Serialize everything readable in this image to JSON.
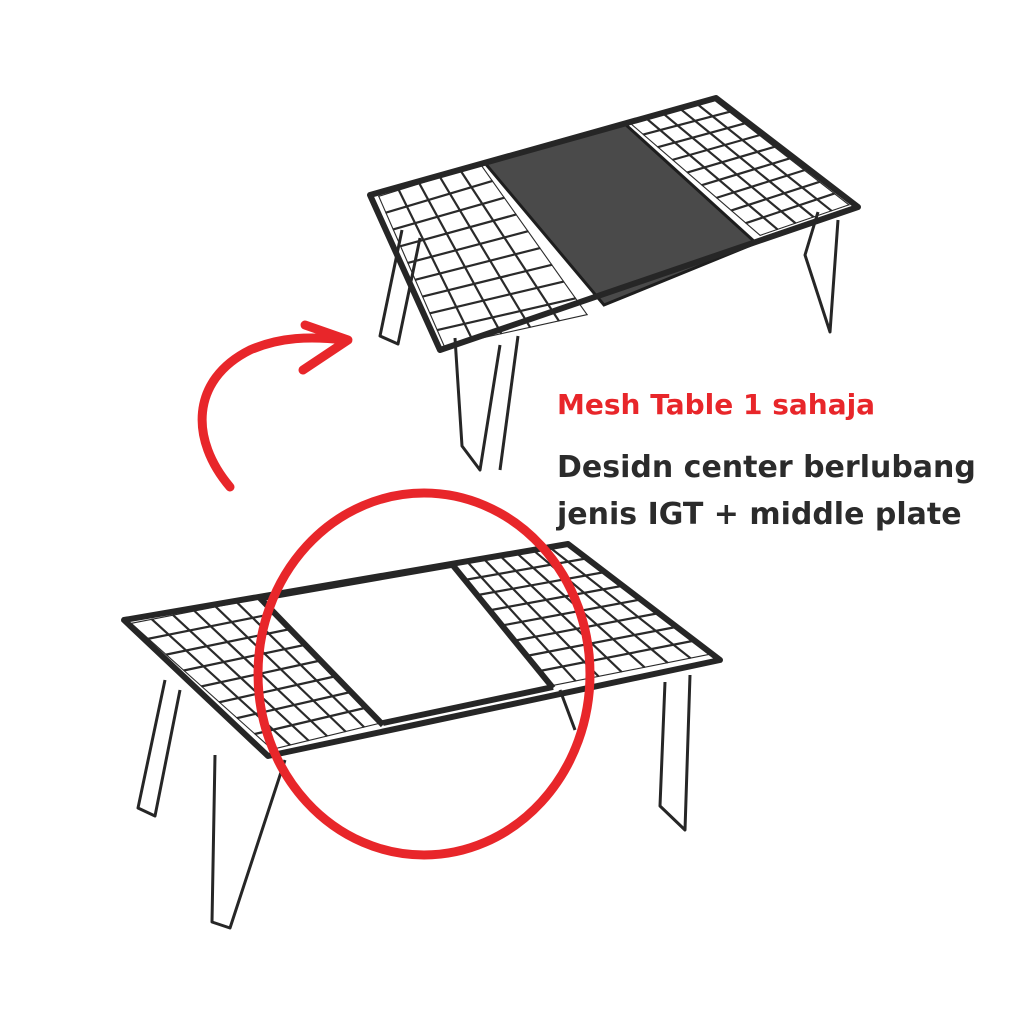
{
  "headline": "Mesh Table 1 sahaja",
  "description_line_1": "Desidn center berlubang",
  "description_line_2": "jenis IGT + middle plate",
  "colors": {
    "accent_red": "#e8262a",
    "text_dark": "#2b2b2b",
    "frame": "#262626",
    "plate": "#4a4a4a"
  }
}
